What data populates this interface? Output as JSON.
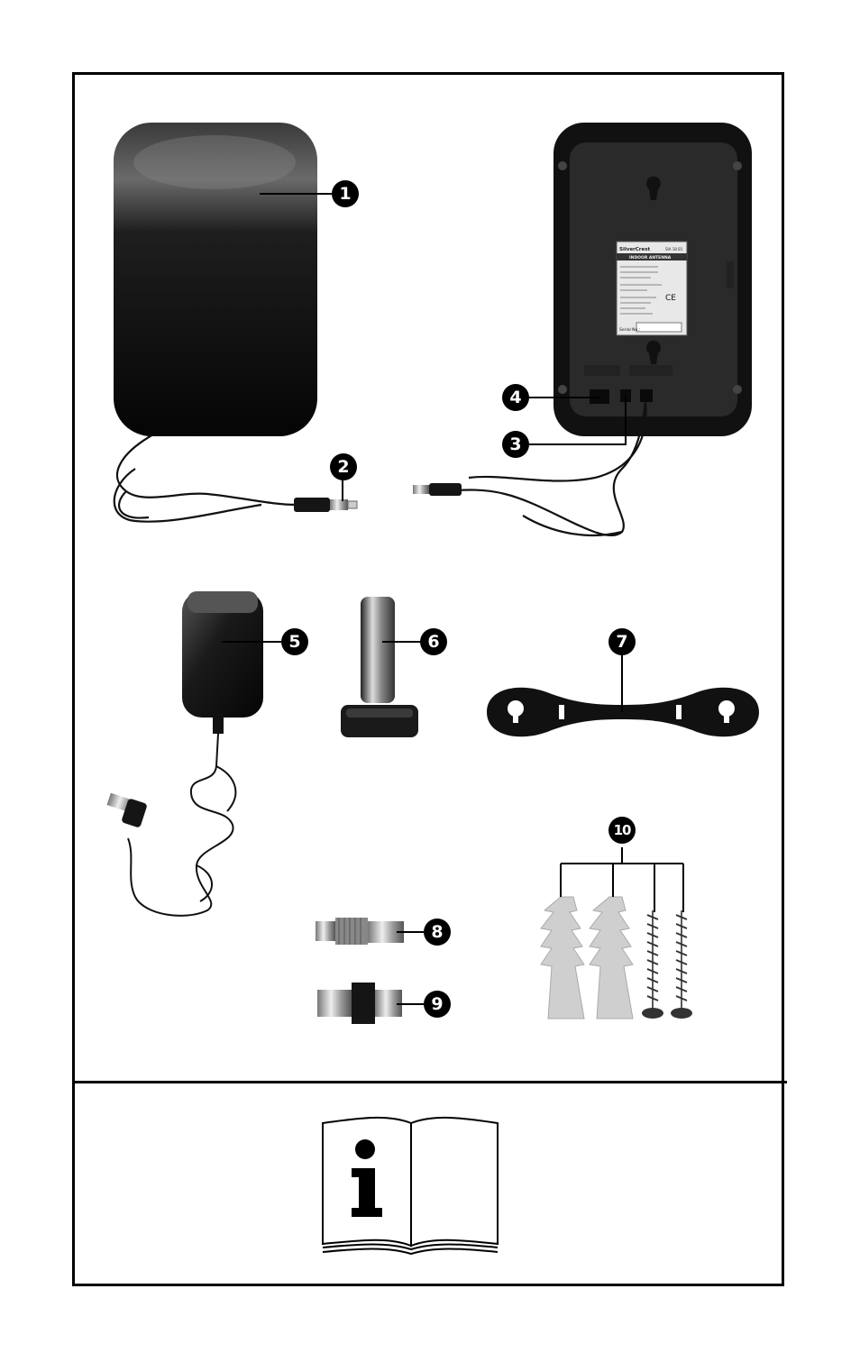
{
  "callouts": [
    "1",
    "2",
    "3",
    "4",
    "5",
    "6",
    "7",
    "8",
    "9",
    "10"
  ],
  "device_label": {
    "brand": "SilverCrest",
    "model": "SIA 18 B1",
    "title": "INDOOR ANTENNA",
    "serial_label": "Serial No.:",
    "ce_mark": "CE"
  },
  "icons": {
    "manual": "info-book-icon"
  }
}
